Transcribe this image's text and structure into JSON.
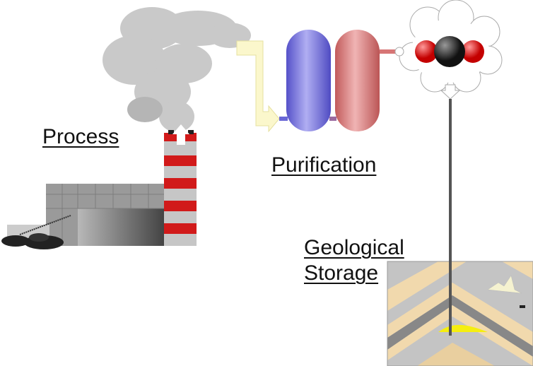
{
  "labels": {
    "process": "Process",
    "purification": "Purification",
    "storage_line1": "Geological",
    "storage_line2": "Storage"
  },
  "colors": {
    "smoke": "#c8c8c8",
    "pipe": "#fbf7cc",
    "blue_column": "#6a67d6",
    "red_column": "#d77575",
    "chimney_red": "#d11a1a",
    "rock_tan": "#f1d9ad",
    "rock_gray": "#c4c4c4",
    "co2_yellow": "#f5ee10"
  }
}
